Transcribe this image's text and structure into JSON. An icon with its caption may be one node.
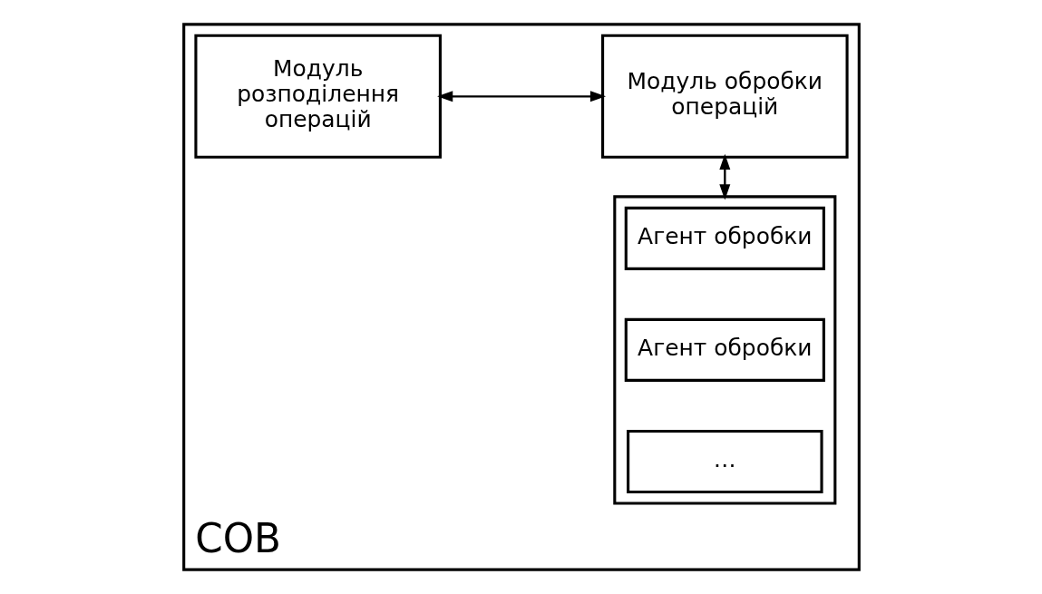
{
  "diagram": {
    "nodes": [
      {
        "text": [
          "СОВ"
        ]
      },
      {
        "text": [
          "Модуль розподілення операцій"
        ],
        "in": 0
      },
      {
        "text": [
          "Модуль обробки операцій"
        ],
        "in": 0
      },
      {
        "text": [],
        "shape": "box",
        "in": 0
      },
      {
        "text": [
          "Агент обробки"
        ],
        "in": 3
      },
      {
        "text": [
          "Агент обробки"
        ],
        "in": 3
      },
      {
        "text": [
          "…"
        ],
        "in": 3
      }
    ],
    "edges": [
      {
        "from": 1,
        "to": 2,
        "arrow": "both"
      },
      {
        "from": 2,
        "to": 3,
        "arrow": "both"
      }
    ]
  }
}
